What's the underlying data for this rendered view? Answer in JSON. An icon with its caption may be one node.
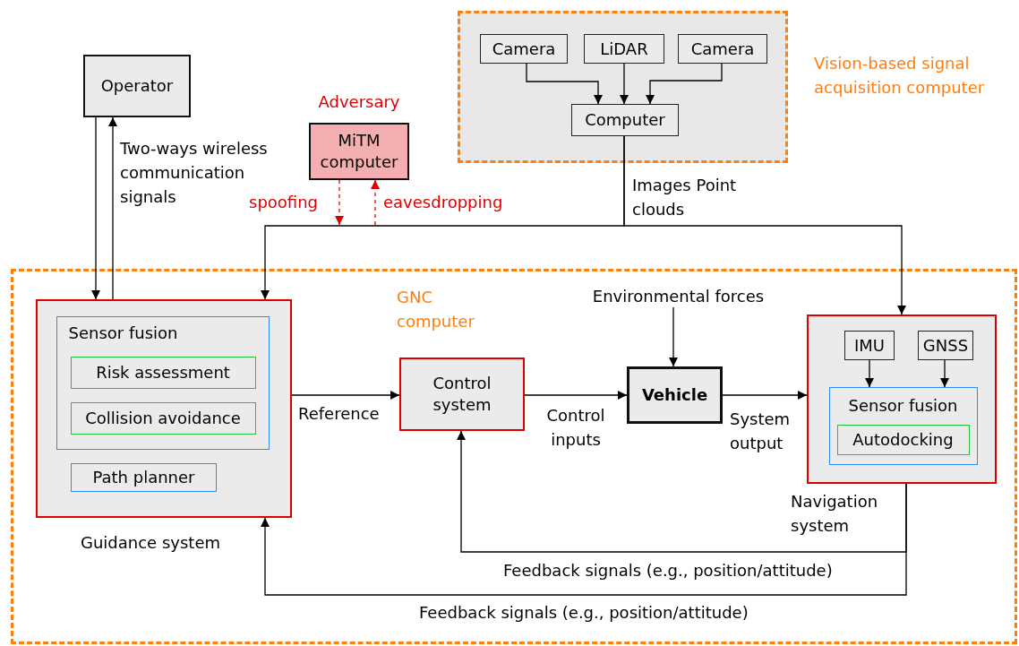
{
  "diagram": {
    "nodes": [
      {
        "text": [
          "Operator"
        ]
      },
      {
        "text": [
          "Adversary",
          "MiTM computer"
        ]
      },
      {
        "text": [
          "Vision-based signal acquisition computer"
        ]
      },
      {
        "text": [
          "Camera"
        ],
        "in": 2
      },
      {
        "text": [
          "LiDAR"
        ],
        "in": 2
      },
      {
        "text": [
          "Camera"
        ],
        "in": 2
      },
      {
        "text": [
          "Computer"
        ],
        "in": 2
      },
      {
        "text": [
          "GNC computer"
        ]
      },
      {
        "text": [
          "Guidance system"
        ],
        "in": 7
      },
      {
        "text": [
          "Sensor fusion"
        ],
        "in": 8
      },
      {
        "text": [
          "Risk assessment"
        ],
        "in": 9
      },
      {
        "text": [
          "Collision avoidance"
        ],
        "in": 9
      },
      {
        "text": [
          "Path planner"
        ],
        "in": 8
      },
      {
        "text": [
          "Control system"
        ],
        "in": 7
      },
      {
        "text": [
          "Environmental forces"
        ],
        "in": 7
      },
      {
        "text": [
          "Vehicle"
        ],
        "in": 7
      },
      {
        "text": [
          "Navigation system"
        ],
        "in": 7
      },
      {
        "text": [
          "IMU"
        ],
        "in": 16
      },
      {
        "text": [
          "GNSS"
        ],
        "in": 16
      },
      {
        "text": [
          "Sensor fusion"
        ],
        "in": 16
      },
      {
        "text": [
          "Autodocking"
        ],
        "in": 19
      }
    ],
    "edges": [
      {
        "from": 0,
        "to": 8,
        "arrow": "to"
      },
      {
        "from": 8,
        "to": 0,
        "arrow": "to"
      },
      {
        "from": 3,
        "to": 6,
        "arrow": "to"
      },
      {
        "from": 4,
        "to": 6,
        "arrow": "to"
      },
      {
        "from": 5,
        "to": 6,
        "arrow": "to"
      },
      {
        "from": 6,
        "to": 8,
        "arrow": "to"
      },
      {
        "from": 6,
        "to": 16,
        "arrow": "to"
      },
      {
        "from": 1,
        "to": null,
        "arrow": "to",
        "label": "spoofing",
        "style": "dashed",
        "color": "#e00000"
      },
      {
        "from": null,
        "to": 1,
        "arrow": "to",
        "label": "eavesdropping",
        "style": "dashed",
        "color": "#e00000"
      },
      {
        "from": 8,
        "to": 13,
        "arrow": "to",
        "label": "Reference"
      },
      {
        "from": 13,
        "to": 15,
        "arrow": "to",
        "label": "Control inputs"
      },
      {
        "from": 14,
        "to": 15,
        "arrow": "to"
      },
      {
        "from": 15,
        "to": 16,
        "arrow": "to",
        "label": "System output"
      },
      {
        "from": 17,
        "to": 19,
        "arrow": "to"
      },
      {
        "from": 18,
        "to": 19,
        "arrow": "to"
      },
      {
        "from": 16,
        "to": 13,
        "arrow": "to",
        "label": "Feedback signals (e.g., position/attitude)"
      },
      {
        "from": 16,
        "to": 8,
        "arrow": "to",
        "label": "Feedback signals (e.g., position/attitude)"
      }
    ],
    "labels": [
      "Two-ways wireless communication signals",
      "Images Point clouds"
    ]
  }
}
